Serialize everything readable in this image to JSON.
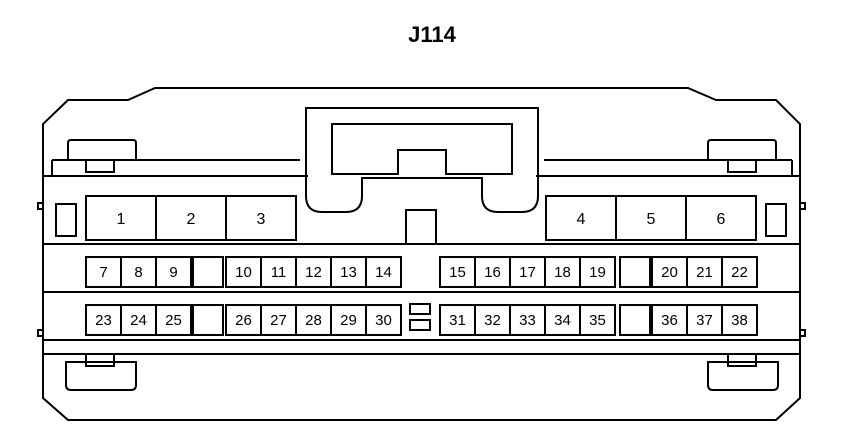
{
  "connector": {
    "title": "J114",
    "colors": {
      "stroke": "#000000",
      "fill": "#ffffff"
    },
    "pins": [
      {
        "label": "1"
      },
      {
        "label": "2"
      },
      {
        "label": "3"
      },
      {
        "label": "4"
      },
      {
        "label": "5"
      },
      {
        "label": "6"
      },
      {
        "label": "7"
      },
      {
        "label": "8"
      },
      {
        "label": "9"
      },
      {
        "label": "10"
      },
      {
        "label": "11"
      },
      {
        "label": "12"
      },
      {
        "label": "13"
      },
      {
        "label": "14"
      },
      {
        "label": "15"
      },
      {
        "label": "16"
      },
      {
        "label": "17"
      },
      {
        "label": "18"
      },
      {
        "label": "19"
      },
      {
        "label": "20"
      },
      {
        "label": "21"
      },
      {
        "label": "22"
      },
      {
        "label": "23"
      },
      {
        "label": "24"
      },
      {
        "label": "25"
      },
      {
        "label": "26"
      },
      {
        "label": "27"
      },
      {
        "label": "28"
      },
      {
        "label": "29"
      },
      {
        "label": "30"
      },
      {
        "label": "31"
      },
      {
        "label": "32"
      },
      {
        "label": "33"
      },
      {
        "label": "34"
      },
      {
        "label": "35"
      },
      {
        "label": "36"
      },
      {
        "label": "37"
      },
      {
        "label": "38"
      }
    ]
  }
}
